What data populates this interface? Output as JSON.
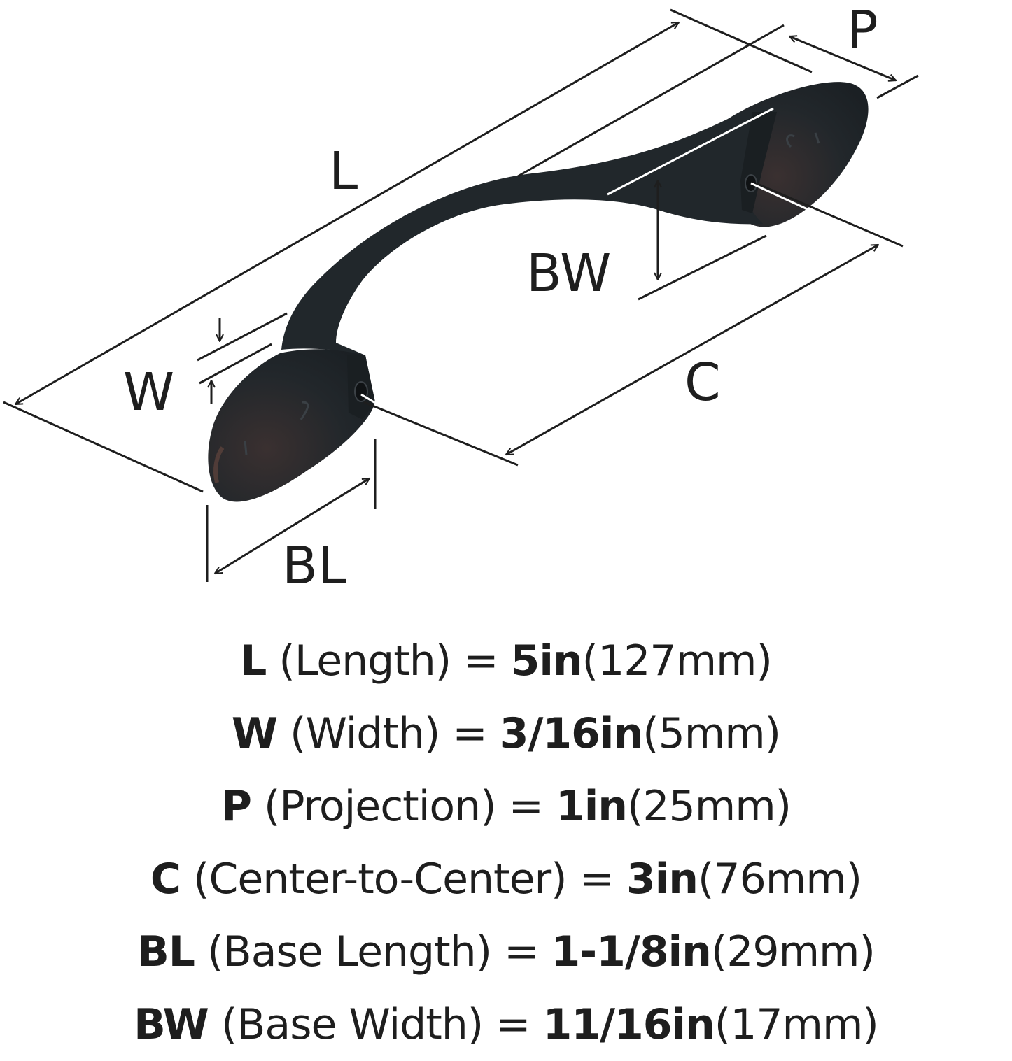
{
  "colors": {
    "ink": "#1e1e1e",
    "handle": "#20262a",
    "handle_highlight": "#4a3a36",
    "background": "#ffffff"
  },
  "diagram": {
    "subject_icon": "cabinet-pull-handle",
    "labels": {
      "L": "L",
      "W": "W",
      "P": "P",
      "C": "C",
      "BL": "BL",
      "BW": "BW"
    }
  },
  "specs": [
    {
      "key": "L",
      "name": "(Length)",
      "value": "5in",
      "metric": "(127mm)"
    },
    {
      "key": "W",
      "name": "(Width)",
      "value": "3/16in",
      "metric": "(5mm)"
    },
    {
      "key": "P",
      "name": "(Projection)",
      "value": "1in",
      "metric": "(25mm)"
    },
    {
      "key": "C",
      "name": "(Center-to-Center)",
      "value": "3in",
      "metric": "(76mm)"
    },
    {
      "key": "BL",
      "name": "(Base Length)",
      "value": "1-1/8in",
      "metric": "(29mm)"
    },
    {
      "key": "BW",
      "name": "(Base Width)",
      "value": "11/16in",
      "metric": "(17mm)"
    }
  ]
}
